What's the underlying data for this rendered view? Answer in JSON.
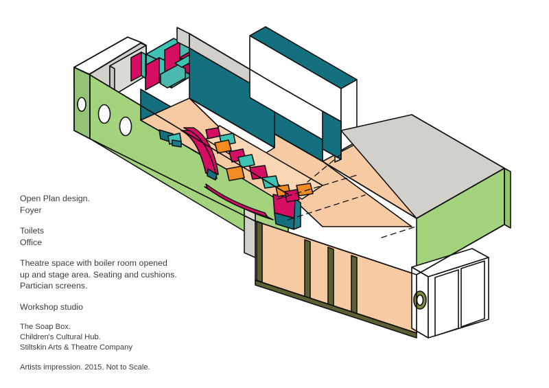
{
  "document": {
    "title": "The Soap Box - Children's Cultural Hub - Artists Impression",
    "type": "architectural-isometric-illustration"
  },
  "legend": {
    "block_1": {
      "line_1": "Open Plan design.",
      "line_2": "Foyer"
    },
    "block_2": {
      "line_1": "Toilets",
      "line_2": "Office"
    },
    "block_3": {
      "line_1": "Theatre space with boiler room opened",
      "line_2": "up and stage area. Seating and cushions.",
      "line_3": "Partician screens."
    },
    "block_4": {
      "line_1": "Workshop studio"
    },
    "block_5": {
      "line_1": "The Soap Box.",
      "line_2": "Children's Cultural Hub.",
      "line_3": "Stiltskin Arts & Theatre Company"
    },
    "block_6": {
      "line_1": "Artists impression. 2015. Not to Scale."
    }
  },
  "palette": {
    "wall_green": "#A4D37E",
    "wall_green_dark": "#94c473",
    "wall_grey": "#D2D0CB",
    "wall_grey_light": "#DCDAD5",
    "teal_deep": "#14707F",
    "teal_bright": "#3CC3B4",
    "teal_mid": "#4BB9AE",
    "magenta": "#D60E63",
    "magenta_dark": "#C00B58",
    "orange": "#F28B20",
    "floor_peach": "#F6CBA3",
    "floor_peach_light": "#F8D6B4",
    "stage_peach": "#F3C59B",
    "mullion_olive": "#5C6033",
    "white": "#FFFFFF",
    "outline": "#111111",
    "text": "#3c3c3c"
  },
  "scene": {
    "labels": {
      "porch": "entrance-porch",
      "porthole": "porthole-window",
      "stage": "stage-platform",
      "bench": "curved-seating-bench",
      "cushions": "floor-cushions",
      "glazing": "front-glazed-facade",
      "screens": "partition-screens"
    },
    "counts": {
      "oval_windows": 3,
      "cushions": 13,
      "glazing_bays": 4
    }
  }
}
